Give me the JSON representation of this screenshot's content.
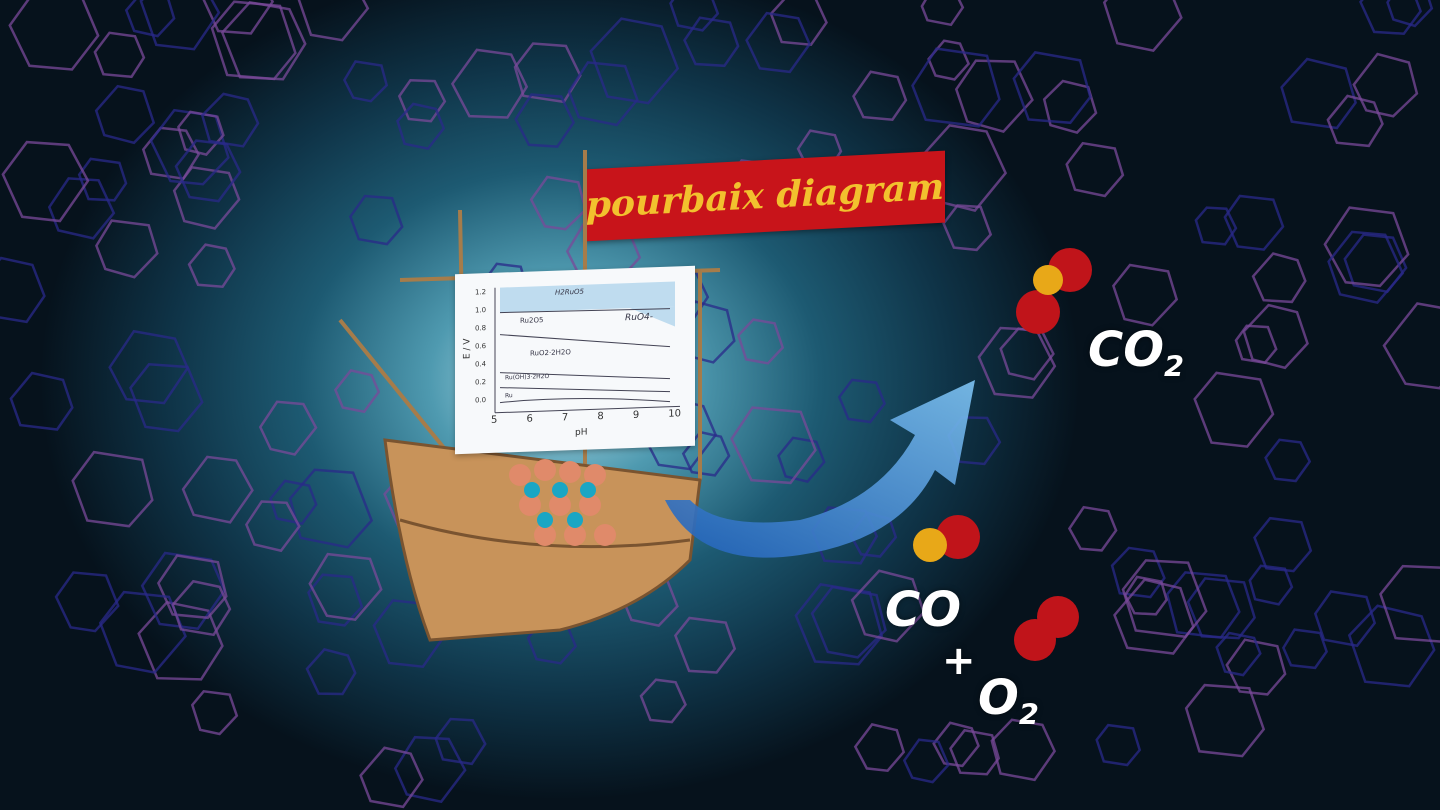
{
  "banner": {
    "text": "pourbaix diagram"
  },
  "sail_diagram": {
    "y_axis_label": "E / V",
    "y_ticks": [
      "0.0",
      "0.2",
      "0.4",
      "0.6",
      "0.8",
      "1.0",
      "1.2"
    ],
    "x_axis_label": "pH",
    "x_ticks": [
      "5",
      "6",
      "7",
      "8",
      "9",
      "10"
    ],
    "regions": [
      "H2RuO5",
      "RuO4-",
      "Ru2O5",
      "RuO2·2H2O",
      "Ru(OH)3·2H2O",
      "Ru"
    ]
  },
  "labels": {
    "co2": "CO",
    "co2_sub": "2",
    "co": "CO",
    "plus": "+",
    "o2": "O",
    "o2_sub": "2"
  },
  "colors": {
    "banner": "#c8141a",
    "banner_text": "#f2c12e",
    "arrow": "#2a7fd6",
    "oxygen": "#c0141a",
    "carbon": "#e8a818",
    "network_blue": "#2a2a8a",
    "network_purple": "#7a4a9a"
  }
}
